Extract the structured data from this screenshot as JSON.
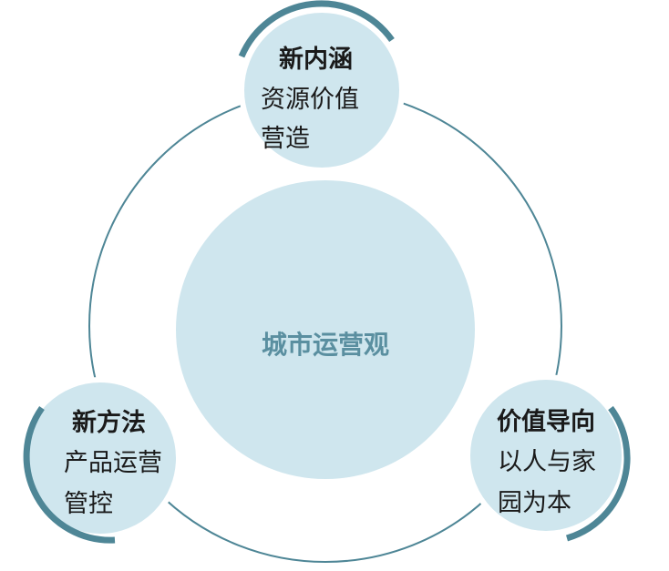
{
  "center": {
    "label": "城市运营观"
  },
  "nodes": [
    {
      "title": "新内涵",
      "lines": [
        "资源价值",
        "营造"
      ]
    },
    {
      "title": "新方法",
      "lines": [
        "产品运营",
        "管控"
      ]
    },
    {
      "title": "价值导向",
      "lines": [
        "以人与家",
        "园为本"
      ]
    }
  ],
  "colors": {
    "circle_fill": "#cfe6ee",
    "ring_stroke": "#4e8696",
    "accent_arc": "#4e8696",
    "center_text": "#5a8fa0",
    "node_text": "#1a1a1a"
  }
}
